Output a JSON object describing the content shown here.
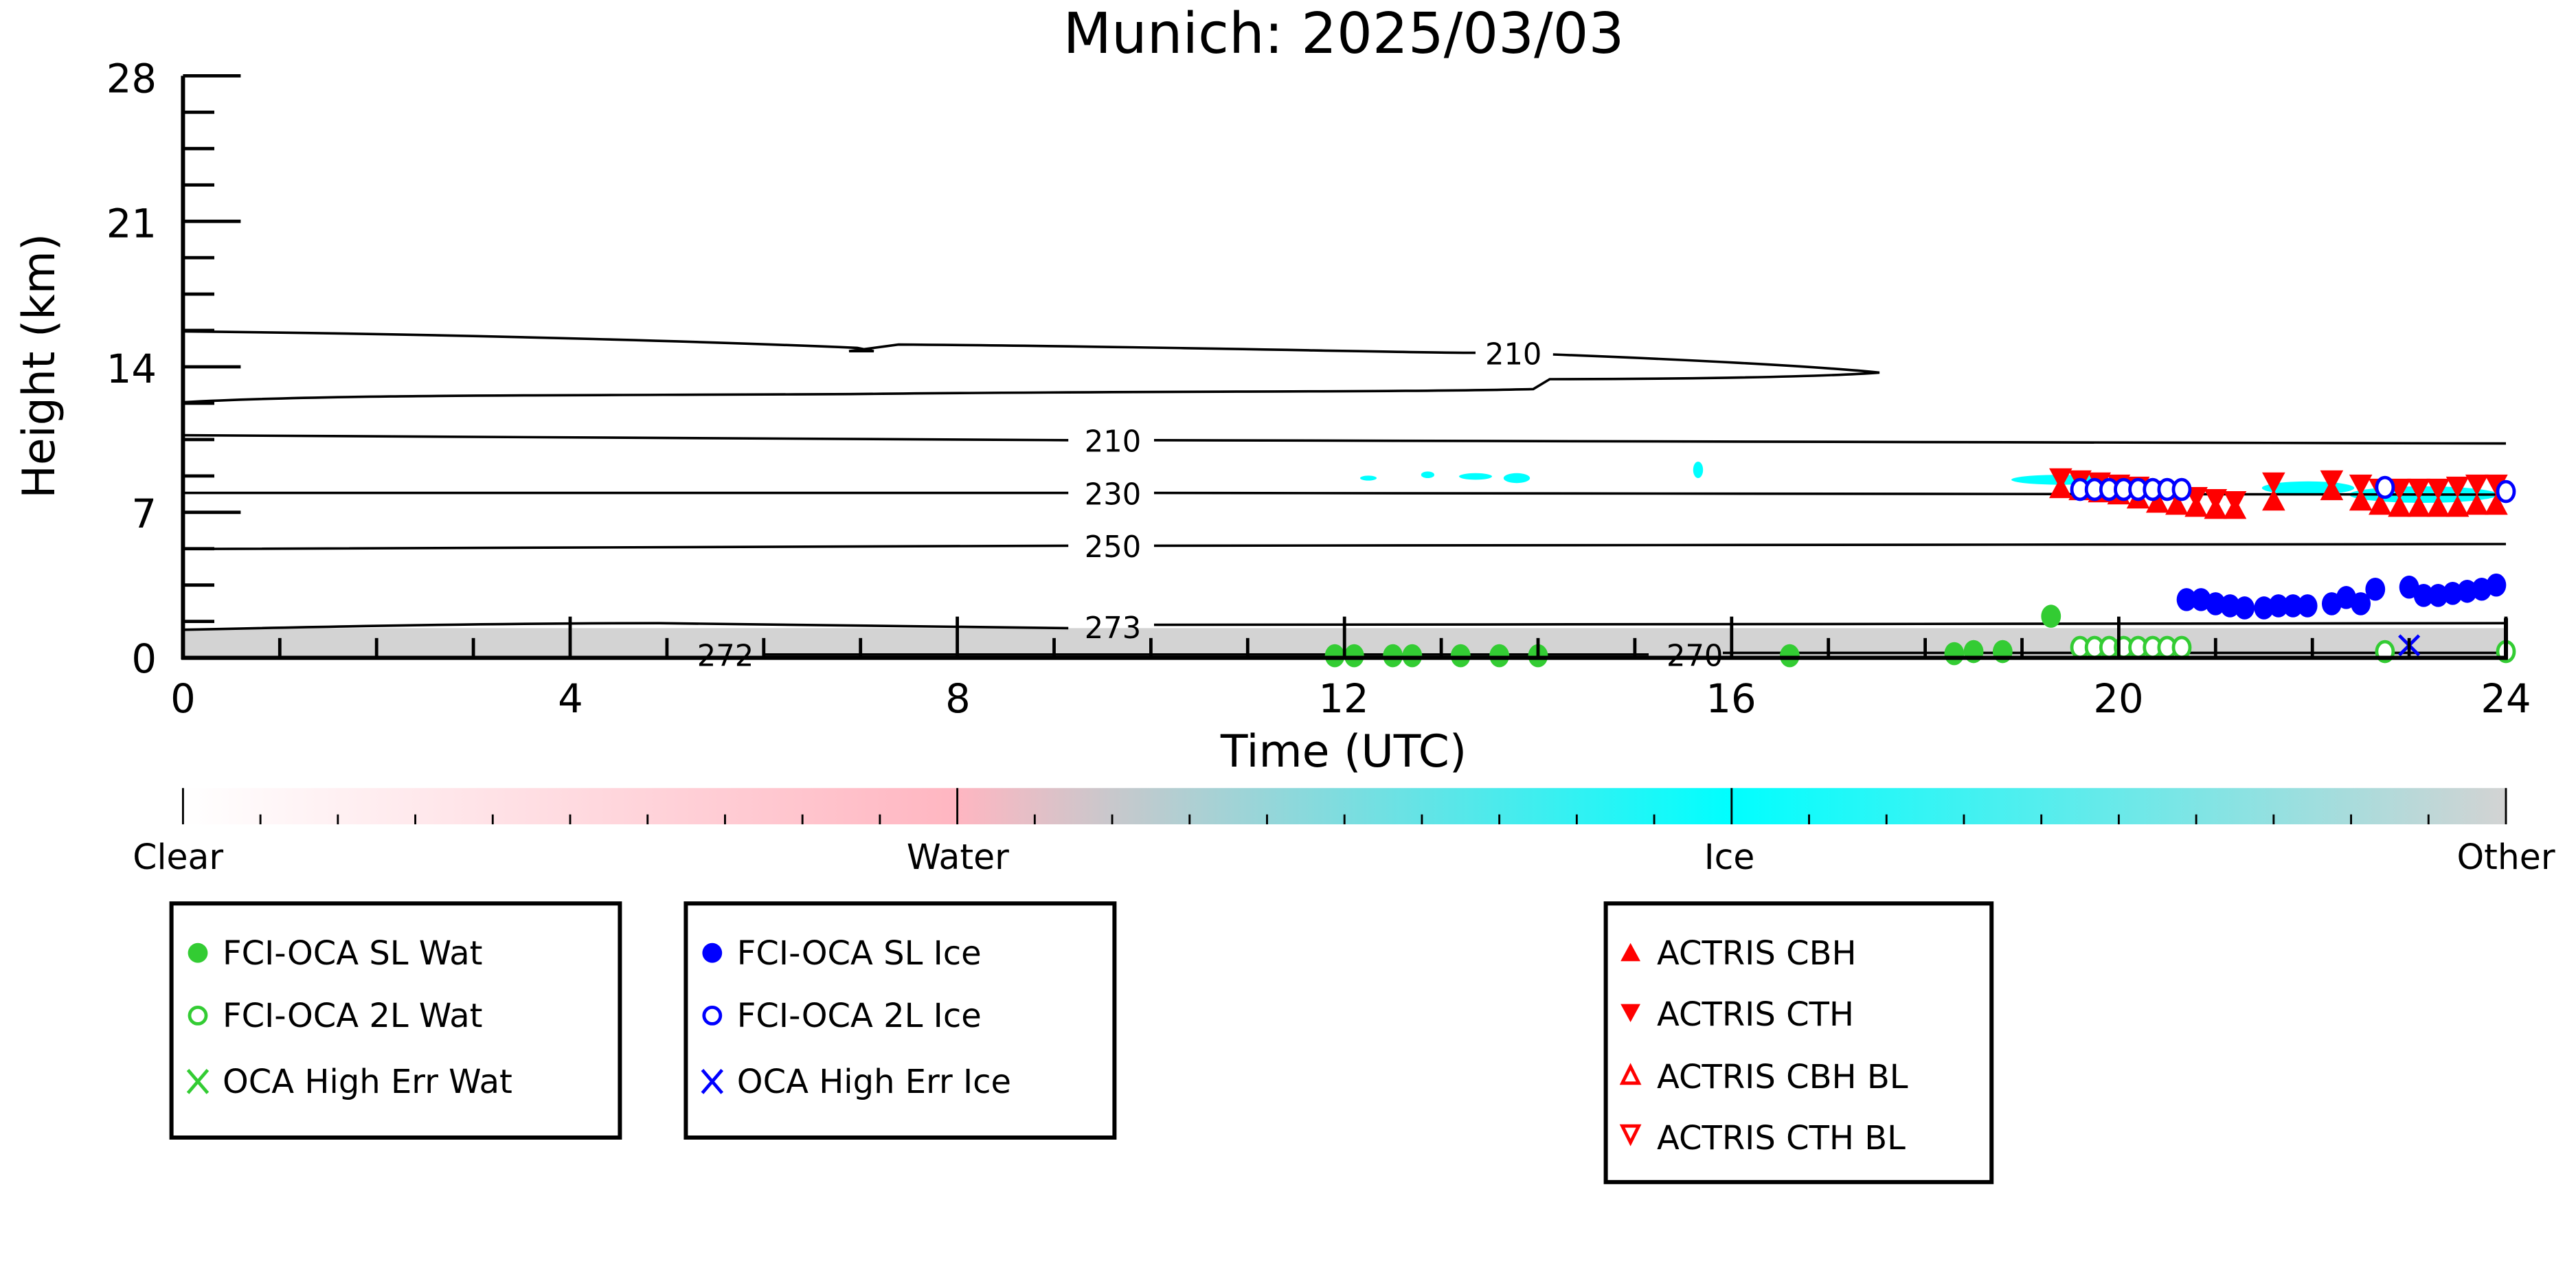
{
  "chart_data": {
    "type": "scatter",
    "title": "Munich: 2025/03/03",
    "xlabel": "Time (UTC)",
    "ylabel": "Height (km)",
    "xlim": [
      0,
      24
    ],
    "ylim": [
      0,
      28
    ],
    "xticks": [
      "0",
      "4",
      "8",
      "12",
      "16",
      "20",
      "24"
    ],
    "yticks": [
      "0",
      "7",
      "14",
      "21",
      "28"
    ],
    "grid": false,
    "contour_labels": [
      "210",
      "210",
      "230",
      "250",
      "273",
      "272",
      "270"
    ],
    "colorbar": {
      "labels": [
        "Clear",
        "Water",
        "Ice",
        "Other"
      ],
      "colors": [
        "#ffffff",
        "#ffb6c1",
        "#00ffff",
        "#d3d3d3"
      ]
    },
    "series": [
      {
        "name": "FCI-OCA SL Wat",
        "color": "#33cc33",
        "marker": "filled-circle",
        "x": [
          11.9,
          12.1,
          12.5,
          12.7,
          13.2,
          13.6,
          14.0,
          16.6,
          18.3,
          18.5,
          18.8,
          19.3
        ],
        "y": [
          0.1,
          0.1,
          0.1,
          0.1,
          0.1,
          0.1,
          0.1,
          0.1,
          0.2,
          0.3,
          0.3,
          2.0
        ]
      },
      {
        "name": "FCI-OCA 2L Wat",
        "color": "#33cc33",
        "marker": "open-circle",
        "x": [
          19.6,
          19.75,
          19.9,
          20.05,
          20.2,
          20.35,
          20.5,
          20.65,
          22.75,
          24.0
        ],
        "y": [
          0.5,
          0.5,
          0.5,
          0.5,
          0.5,
          0.5,
          0.5,
          0.5,
          0.3,
          0.3
        ]
      },
      {
        "name": "OCA High Err Wat",
        "color": "#33cc33",
        "marker": "x",
        "x": [],
        "y": []
      },
      {
        "name": "FCI-OCA SL Ice",
        "color": "#0000ff",
        "marker": "filled-circle",
        "x": [
          20.7,
          20.85,
          21.0,
          21.15,
          21.3,
          21.5,
          21.65,
          21.8,
          21.95,
          22.2,
          22.35,
          22.5,
          22.65,
          23.0,
          23.15,
          23.3,
          23.45,
          23.6,
          23.75,
          23.9
        ],
        "y": [
          2.8,
          2.8,
          2.6,
          2.5,
          2.4,
          2.4,
          2.5,
          2.5,
          2.5,
          2.6,
          2.9,
          2.6,
          3.3,
          3.4,
          3.0,
          3.0,
          3.1,
          3.2,
          3.3,
          3.5
        ]
      },
      {
        "name": "FCI-OCA 2L Ice",
        "color": "#0000ff",
        "marker": "open-circle",
        "x": [
          19.6,
          19.75,
          19.9,
          20.05,
          20.2,
          20.35,
          20.5,
          20.65,
          22.75,
          24.0
        ],
        "y": [
          8.1,
          8.1,
          8.1,
          8.1,
          8.1,
          8.1,
          8.1,
          8.1,
          8.2,
          8.0
        ]
      },
      {
        "name": "OCA High Err Ice",
        "color": "#0000ff",
        "marker": "x",
        "x": [
          23.0
        ],
        "y": [
          0.6
        ]
      },
      {
        "name": "ACTRIS CBH",
        "color": "#ff0000",
        "marker": "triangle-up",
        "x": [
          19.4,
          19.6,
          19.8,
          20.0,
          20.2,
          20.4,
          20.6,
          20.8,
          21.0,
          21.2,
          21.6,
          22.2,
          22.5,
          22.7,
          22.9,
          23.1,
          23.3,
          23.5,
          23.7,
          23.9
        ],
        "y": [
          8.0,
          7.9,
          7.8,
          7.7,
          7.5,
          7.3,
          7.2,
          7.1,
          7.0,
          7.0,
          7.4,
          7.9,
          7.4,
          7.2,
          7.1,
          7.1,
          7.1,
          7.1,
          7.2,
          7.2
        ]
      },
      {
        "name": "ACTRIS CTH",
        "color": "#ff0000",
        "marker": "triangle-down",
        "x": [
          19.4,
          19.6,
          19.8,
          20.0,
          20.2,
          20.4,
          20.6,
          20.8,
          21.0,
          21.2,
          21.6,
          22.2,
          22.5,
          22.7,
          22.9,
          23.1,
          23.3,
          23.5,
          23.7,
          23.9
        ],
        "y": [
          8.8,
          8.7,
          8.6,
          8.5,
          8.4,
          8.2,
          8.0,
          7.9,
          7.8,
          7.7,
          8.6,
          8.7,
          8.5,
          8.3,
          8.3,
          8.3,
          8.3,
          8.4,
          8.5,
          8.5
        ]
      },
      {
        "name": "ACTRIS CBH BL",
        "color": "#ff0000",
        "marker": "open-triangle-up",
        "x": [],
        "y": []
      },
      {
        "name": "ACTRIS CTH BL",
        "color": "#ff0000",
        "marker": "open-triangle-down",
        "x": [],
        "y": []
      }
    ]
  }
}
